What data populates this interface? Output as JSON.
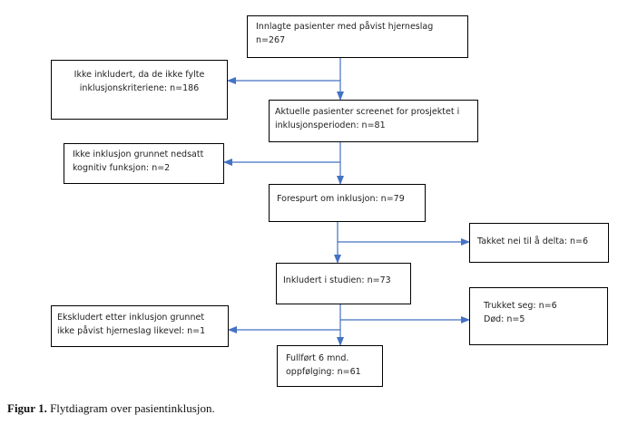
{
  "boxes": {
    "admitted": {
      "line1": "Innlagte pasienter med påvist hjerneslag",
      "line2": "n=267"
    },
    "not_included": {
      "line1": "Ikke inkludert, da de ikke fylte",
      "line2": "inklusjonskriteriene: n=186"
    },
    "screened": {
      "line1": "Aktuelle pasienter screenet for prosjektet i",
      "line2": "inklusjonsperioden: n=81"
    },
    "cognitive": {
      "line1": "Ikke inklusjon grunnet nedsatt",
      "line2": "kognitiv funksjon: n=2"
    },
    "asked": {
      "line1": "Forespurt om inklusjon: n=79"
    },
    "declined": {
      "line1": "Takket nei til å delta: n=6"
    },
    "included": {
      "line1": "Inkludert i studien: n=73"
    },
    "withdrew": {
      "line1": "Trukket seg: n=6",
      "line2": "Død: n=5"
    },
    "excluded": {
      "line1": "Ekskludert etter inklusjon grunnet",
      "line2": "ikke påvist hjerneslag likevel: n=1"
    },
    "completed": {
      "line1": "Fullført 6 mnd.",
      "line2": "oppfølging: n=61"
    }
  },
  "caption": {
    "label": "Figur 1.",
    "text": "Flytdiagram over pasientinklusjon."
  },
  "colors": {
    "arrow": "#4472C4",
    "border": "#000000"
  }
}
